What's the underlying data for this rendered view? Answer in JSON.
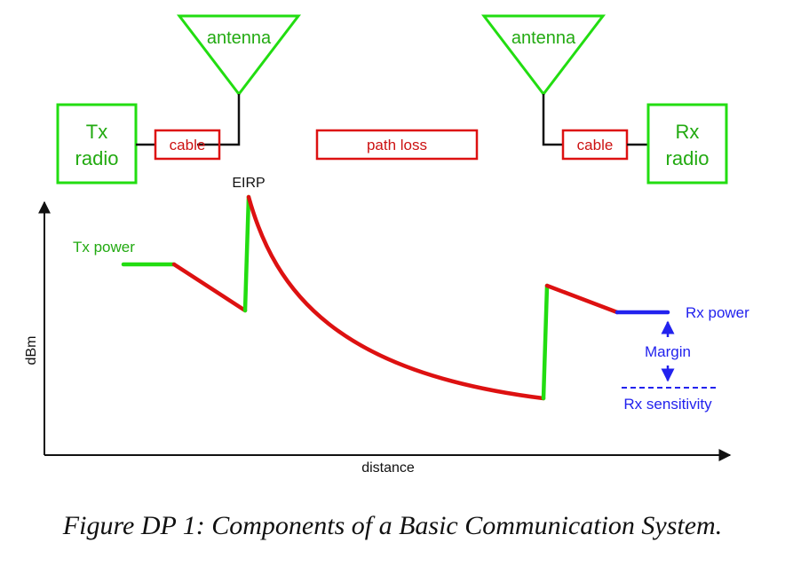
{
  "diagram": {
    "tx_antenna_label": "antenna",
    "rx_antenna_label": "antenna",
    "tx_radio_label_line1": "Tx",
    "tx_radio_label_line2": "radio",
    "rx_radio_label_line1": "Rx",
    "rx_radio_label_line2": "radio",
    "tx_cable_label": "cable",
    "rx_cable_label": "cable",
    "path_loss_label": "path loss",
    "eirp_label": "EIRP",
    "tx_power_label": "Tx power",
    "rx_power_label": "Rx power",
    "margin_label": "Margin",
    "rx_sensitivity_label": "Rx sensitivity",
    "x_axis_label": "distance",
    "y_axis_label": "dBm"
  },
  "colors": {
    "gain": "#22dd11",
    "loss": "#dd1111",
    "rx": "#2222ee",
    "axis": "#111111"
  },
  "caption": "Figure DP 1: Components of a Basic Communication System."
}
